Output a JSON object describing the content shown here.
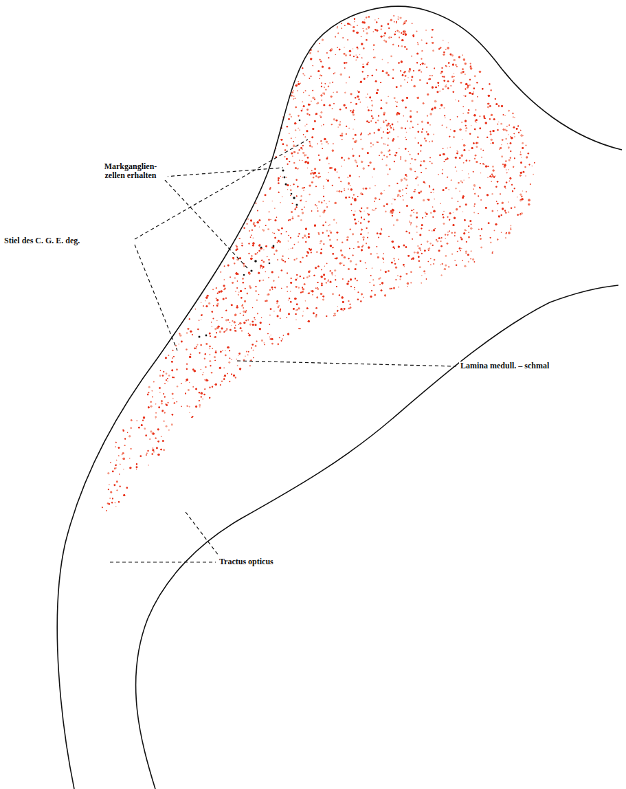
{
  "diagram": {
    "labels": [
      "Markganglien- zellen erhalten",
      "Stiel des C. G. E. deg.",
      "Lamina medull. – schmal",
      "Tractus opticus"
    ]
  }
}
